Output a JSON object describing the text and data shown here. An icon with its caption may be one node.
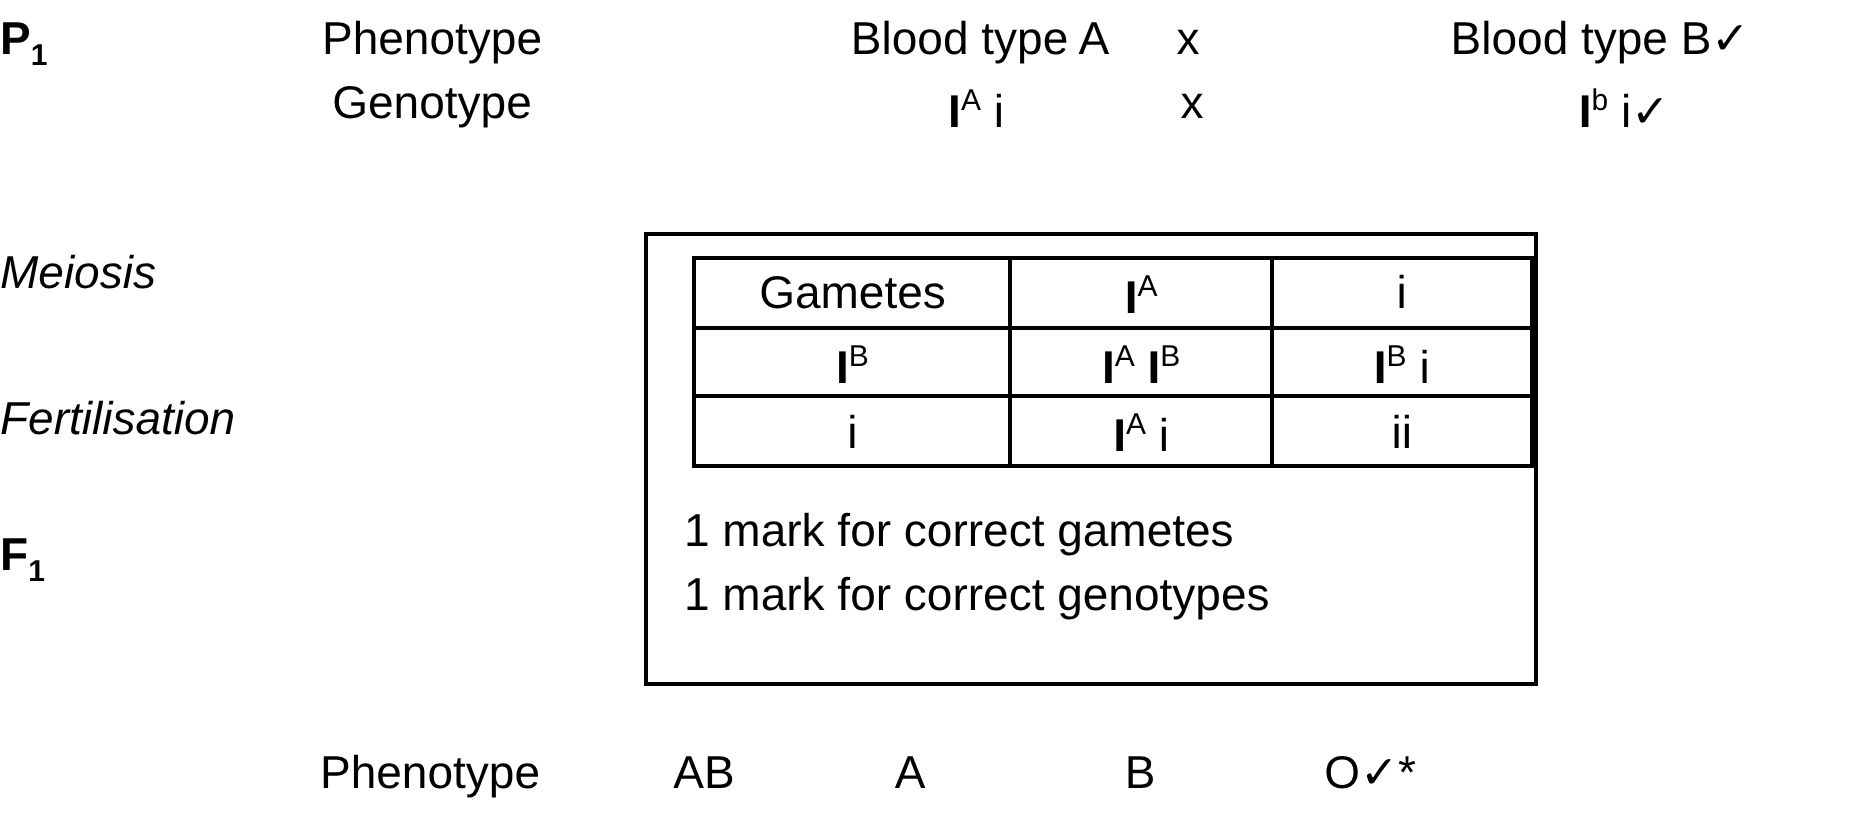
{
  "diagram": {
    "nodes": [
      {
        "text": [
          "1 mark for correct gametes",
          "1 mark for correct genotypes"
        ]
      }
    ],
    "labels": [
      "P$_{1}$",
      "Phenotype",
      "Blood type A",
      "x",
      "Blood type B✓",
      "Genotype",
      "**I**$^{A}$ i",
      "x",
      "**I**$^{b}$ i✓",
      "Meiosis",
      "Fertilisation",
      "F$_{1}$",
      "Gametes",
      "**I**$^{A}$",
      "i",
      "**I**$^{B}$",
      "**I**$^{A}$ **I**$^{B}$",
      "**I**$^{B}$ i",
      "i",
      "**I**$^{A}$ i",
      "ii",
      "Phenotype",
      "AB",
      "A",
      "B",
      "O✓*"
    ]
  }
}
